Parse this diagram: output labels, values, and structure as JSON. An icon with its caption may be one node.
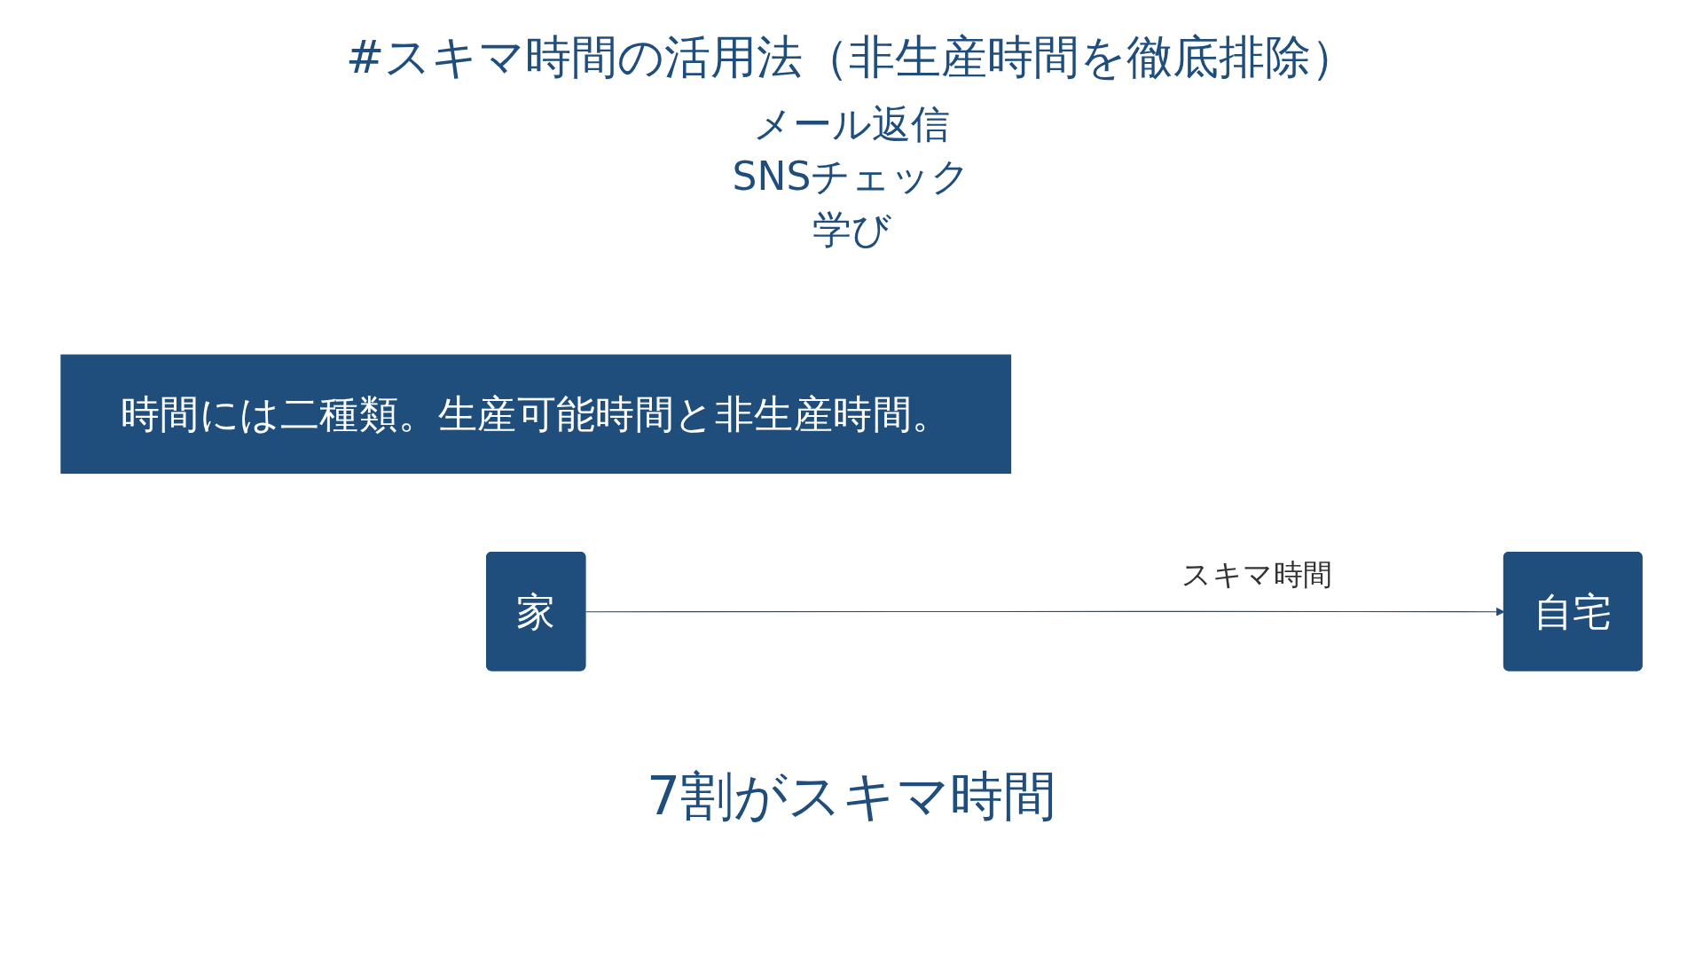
{
  "diagram": {
    "nodes": [
      {
        "text": [
          "時間には二種類。生産可能時間と非生産時間。"
        ]
      },
      {
        "text": [
          "家"
        ]
      },
      {
        "text": [
          "自宅"
        ]
      }
    ],
    "edges": [
      {
        "from": 1,
        "to": 2,
        "arrow": "to",
        "label": "スキマ時間"
      }
    ],
    "labels": [
      "#スキマ時間の活用法（非生産時間を徹底排除）",
      "メール返信",
      "SNSチェック",
      "学び",
      "7割がスキマ時間"
    ]
  }
}
